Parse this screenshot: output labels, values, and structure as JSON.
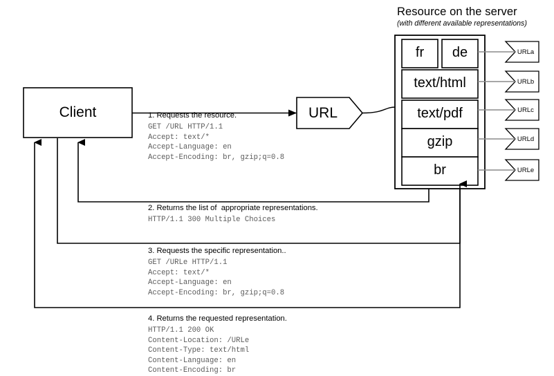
{
  "server": {
    "title": "Resource on the server",
    "subtitle": "(with different available representations)",
    "representations": [
      {
        "id": "fr",
        "label": "fr"
      },
      {
        "id": "de",
        "label": "de"
      },
      {
        "id": "text-html",
        "label": "text/html"
      },
      {
        "id": "text-pdf",
        "label": "text/pdf"
      },
      {
        "id": "gzip",
        "label": "gzip"
      },
      {
        "id": "br",
        "label": "br"
      }
    ],
    "url_tags": [
      {
        "id": "urla",
        "label": "URLa"
      },
      {
        "id": "urlb",
        "label": "URLb"
      },
      {
        "id": "urlc",
        "label": "URLc"
      },
      {
        "id": "urld",
        "label": "URLd"
      },
      {
        "id": "urle",
        "label": "URLe"
      }
    ]
  },
  "client": {
    "label": "Client"
  },
  "url_node": {
    "label": "URL"
  },
  "steps": [
    {
      "id": "step-1",
      "title": "1. Requests the resource.",
      "body": "GET /URL HTTP/1.1\nAccept: text/*\nAccept-Language: en\nAccept-Encoding: br, gzip;q=0.8"
    },
    {
      "id": "step-2",
      "title": "2. Returns the list of  appropriate representations.",
      "body": "HTTP/1.1 300 Multiple Choices"
    },
    {
      "id": "step-3",
      "title": "3. Requests the specific representation..",
      "body": "GET /URLe HTTP/1.1\nAccept: text/*\nAccept-Language: en\nAccept-Encoding: br, gzip;q=0.8"
    },
    {
      "id": "step-4",
      "title": "4. Returns the requested representation.",
      "body": "HTTP/1.1 200 OK\nContent-Location: /URLe\nContent-Type: text/html\nContent-Language: en\nContent-Encoding: br"
    }
  ],
  "colors": {
    "stroke": "#000000",
    "background": "#ffffff",
    "mono_text": "#5b5b5b",
    "connector_grey": "#8a8a8a"
  }
}
